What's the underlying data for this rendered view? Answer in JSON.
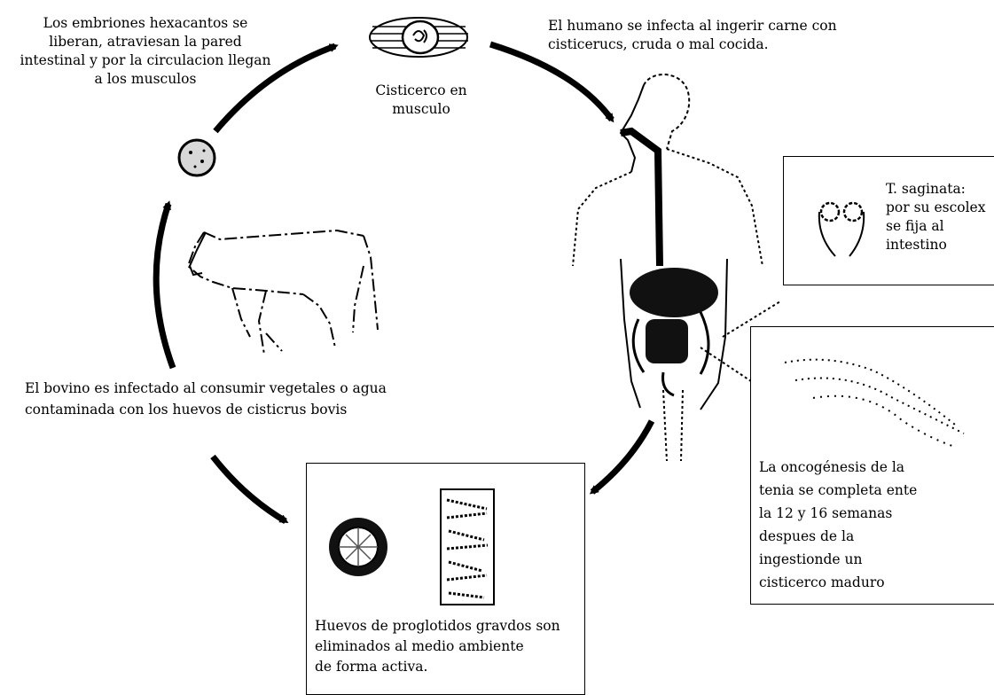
{
  "labels": {
    "embryos": [
      "Los embriones hexacantos se",
      "liberan, atraviesan la pared",
      "intestinal y por la circulacion llegan",
      "a los musculos"
    ],
    "cysticercus": [
      "Cisticerco en",
      "musculo"
    ],
    "human": [
      "El humano se infecta al ingerir carne con",
      "cisticerucs, cruda o mal cocida."
    ],
    "scolex": [
      "T. saginata:",
      "por su escolex",
      "se fija al",
      "intestino"
    ],
    "bovine": [
      "El bovino es infectado al consumir vegetales o agua",
      "contaminada con los huevos de cisticrus bovis"
    ],
    "oncogenesis": [
      "La oncogénesis de la",
      "tenia se completa ente",
      "la 12 y 16 semanas",
      "despues de la",
      "ingestionde un",
      "cisticerco maduro"
    ],
    "eggs": [
      "Huevos de proglotidos gravdos son",
      "eliminados al medio ambiente",
      "de forma activa."
    ]
  }
}
